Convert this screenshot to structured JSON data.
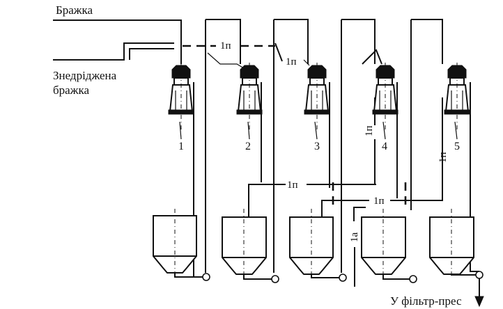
{
  "labels": {
    "wort_in": "Бражка",
    "degassed_line1": "Знедріджена",
    "degassed_line2": "бражка",
    "to_filter": "У фільтр-прес"
  },
  "pipe_labels": {
    "p1": "1п",
    "p2": "1п",
    "p3": "1п",
    "p4": "1п",
    "p5": "1п",
    "p6": "1п",
    "p7": "1а"
  },
  "separators": [
    "1",
    "2",
    "3",
    "4",
    "5"
  ]
}
